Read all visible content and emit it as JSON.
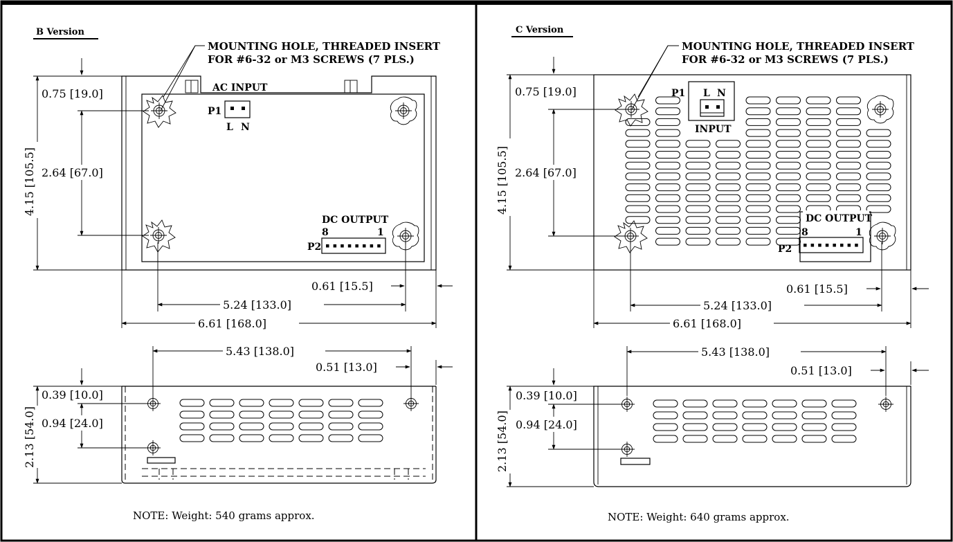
{
  "panels": [
    {
      "id": "b",
      "title": "B Version",
      "callout": [
        "MOUNTING HOLE, THREADED INSERT",
        "FOR #6-32 or M3 SCREWS (7 PLS.)"
      ],
      "connector_p1": {
        "name": "P1",
        "function": "AC INPUT",
        "pins": [
          "L",
          "N"
        ]
      },
      "connector_p2": {
        "name": "P2",
        "function": "DC OUTPUT",
        "pin_first": "8",
        "pin_last": "1",
        "pin_count": 8
      },
      "dims_top_view": {
        "mount_offset_top": "0.75 [19.0]",
        "mount_spacing_vertical": "2.64 [67.0]",
        "overall_height": "4.15 [105.5]",
        "mount_offset_right": "0.61 [15.5]",
        "mount_spacing_horizontal": "5.24 [133.0]",
        "overall_length": "6.61 [168.0]"
      },
      "dims_side_view": {
        "mount_spacing": "5.43 [138.0]",
        "mount_offset_right": "0.51 [13.0]",
        "mount_offset_top": "0.39 [10.0]",
        "mount_spacing_vertical": "0.94 [24.0]",
        "overall_height": "2.13 [54.0]"
      },
      "note": "NOTE: Weight: 540 grams approx."
    },
    {
      "id": "c",
      "title": "C Version",
      "callout": [
        "MOUNTING HOLE, THREADED INSERT",
        "FOR #6-32 or M3 SCREWS (7 PLS.)"
      ],
      "connector_p1": {
        "name": "P1",
        "function": "INPUT",
        "pins": [
          "L",
          "N"
        ]
      },
      "connector_p2": {
        "name": "P2",
        "function": "DC OUTPUT",
        "pin_first": "8",
        "pin_last": "1",
        "pin_count": 8
      },
      "dims_top_view": {
        "mount_offset_top": "0.75 [19.0]",
        "mount_spacing_vertical": "2.64 [67.0]",
        "overall_height": "4.15 [105.5]",
        "mount_offset_right": "0.61 [15.5]",
        "mount_spacing_horizontal": "5.24 [133.0]",
        "overall_length": "6.61 [168.0]"
      },
      "dims_side_view": {
        "mount_spacing": "5.43 [138.0]",
        "mount_offset_right": "0.51 [13.0]",
        "mount_offset_top": "0.39 [10.0]",
        "mount_spacing_vertical": "0.94 [24.0]",
        "overall_height": "2.13 [54.0]"
      },
      "note": "NOTE: Weight: 640 grams approx."
    }
  ]
}
